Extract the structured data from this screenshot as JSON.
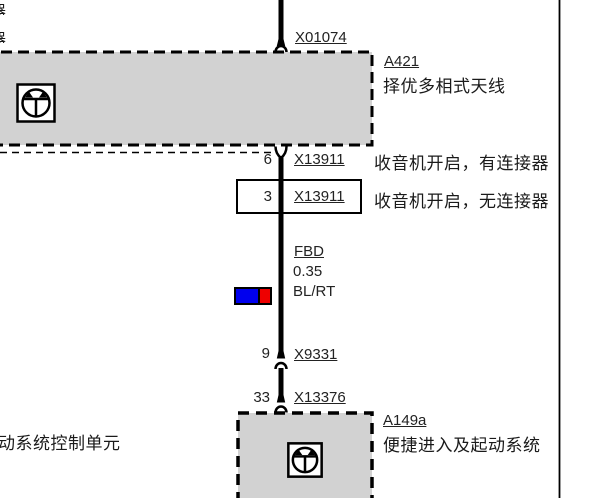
{
  "diagram": {
    "type": "wiring-diagram",
    "colors": {
      "link_blue": "#3030d0",
      "component_fill": "#d2d2d2",
      "wire_black": "#000000",
      "swatch_blue": "#0000ee",
      "swatch_red": "#ee0000"
    },
    "edge_fragments": {
      "top_char_1": "器",
      "top_char_2": "器",
      "bottom_left_text": "动系统控制单元"
    },
    "components": [
      {
        "id": "A421",
        "name": "择优多相式天线"
      },
      {
        "id": "A149a",
        "name": "便捷进入及起动系统"
      }
    ],
    "connection_points": [
      {
        "pin": "",
        "id": "X01074",
        "note": ""
      },
      {
        "pin": "6",
        "id": "X13911",
        "note": "收音机开启，有连接器"
      },
      {
        "pin": "3",
        "id": "X13911",
        "note": "收音机开启，无连接器"
      },
      {
        "pin": "9",
        "id": "X9331",
        "note": ""
      },
      {
        "pin": "33",
        "id": "X13376",
        "note": ""
      }
    ],
    "wire_label": {
      "circuit": "FBD",
      "cross_section": "0.35",
      "color_code": "BL/RT"
    }
  }
}
